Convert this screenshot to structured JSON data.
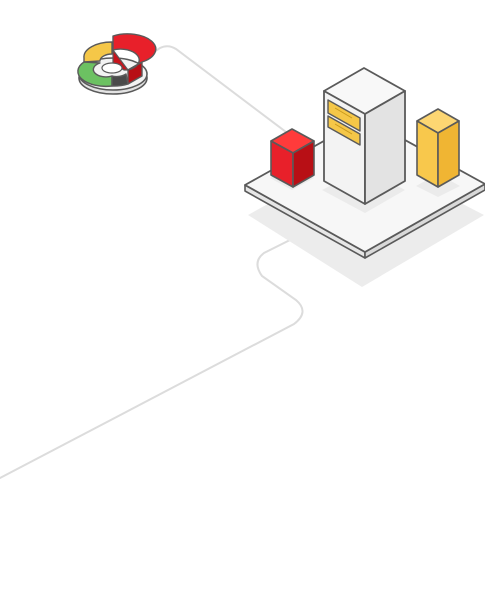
{
  "colors": {
    "background": "#ffffff",
    "outline": "#5a5a5a",
    "connector_line": "#dcdcdc",
    "platform_top": "#f7f7f7",
    "platform_side": "#e6e6e6",
    "shadow": "#ececec",
    "server_face_light": "#f3f3f3",
    "server_face_dark": "#e3e3e3",
    "drive_bay": "#f5c748",
    "red_top": "#ff3b3b",
    "red_face": "#e8202a",
    "red_dark": "#b80f15",
    "yellow_top": "#fdd672",
    "yellow_face": "#f8c84c",
    "yellow_dark": "#f0b533",
    "green": "#6cc162",
    "dark_segment": "#4a4a4a"
  },
  "icons": {
    "donut_chart": "donut-chart-icon",
    "server": "server-tower-icon",
    "red_cube": "red-cube-icon",
    "yellow_block": "yellow-block-icon"
  },
  "donut_segments": [
    {
      "name": "red",
      "fraction": 0.3
    },
    {
      "name": "dark",
      "fraction": 0.15
    },
    {
      "name": "green",
      "fraction": 0.25
    },
    {
      "name": "yellow",
      "fraction": 0.3
    }
  ]
}
